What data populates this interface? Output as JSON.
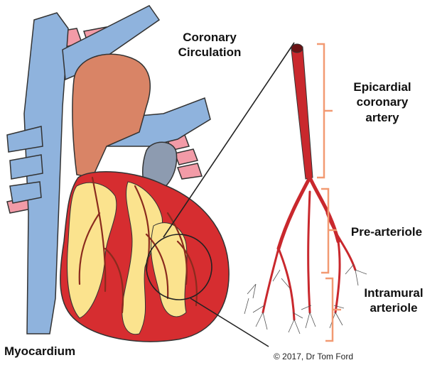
{
  "labels": {
    "title_line1": "Coronary",
    "title_line2": "Circulation",
    "epicardial_line1": "Epicardial",
    "epicardial_line2": "coronary",
    "epicardial_line3": "artery",
    "pre_arteriole": "Pre-arteriole",
    "intramural_line1": "Intramural",
    "intramural_line2": "arteriole",
    "myocardium": "Myocardium",
    "copyright": "© 2017, Dr Tom Ford"
  },
  "colors": {
    "vein_blue": "#8fb3dd",
    "aorta_orange": "#d98466",
    "heart_red": "#d62d30",
    "fat_yellow": "#fbe38e",
    "artery_red": "#c9282d",
    "bracket_orange": "#f29a72",
    "pink_vessels": "#f29ba7",
    "atrium_gray": "#8d9bb0"
  }
}
